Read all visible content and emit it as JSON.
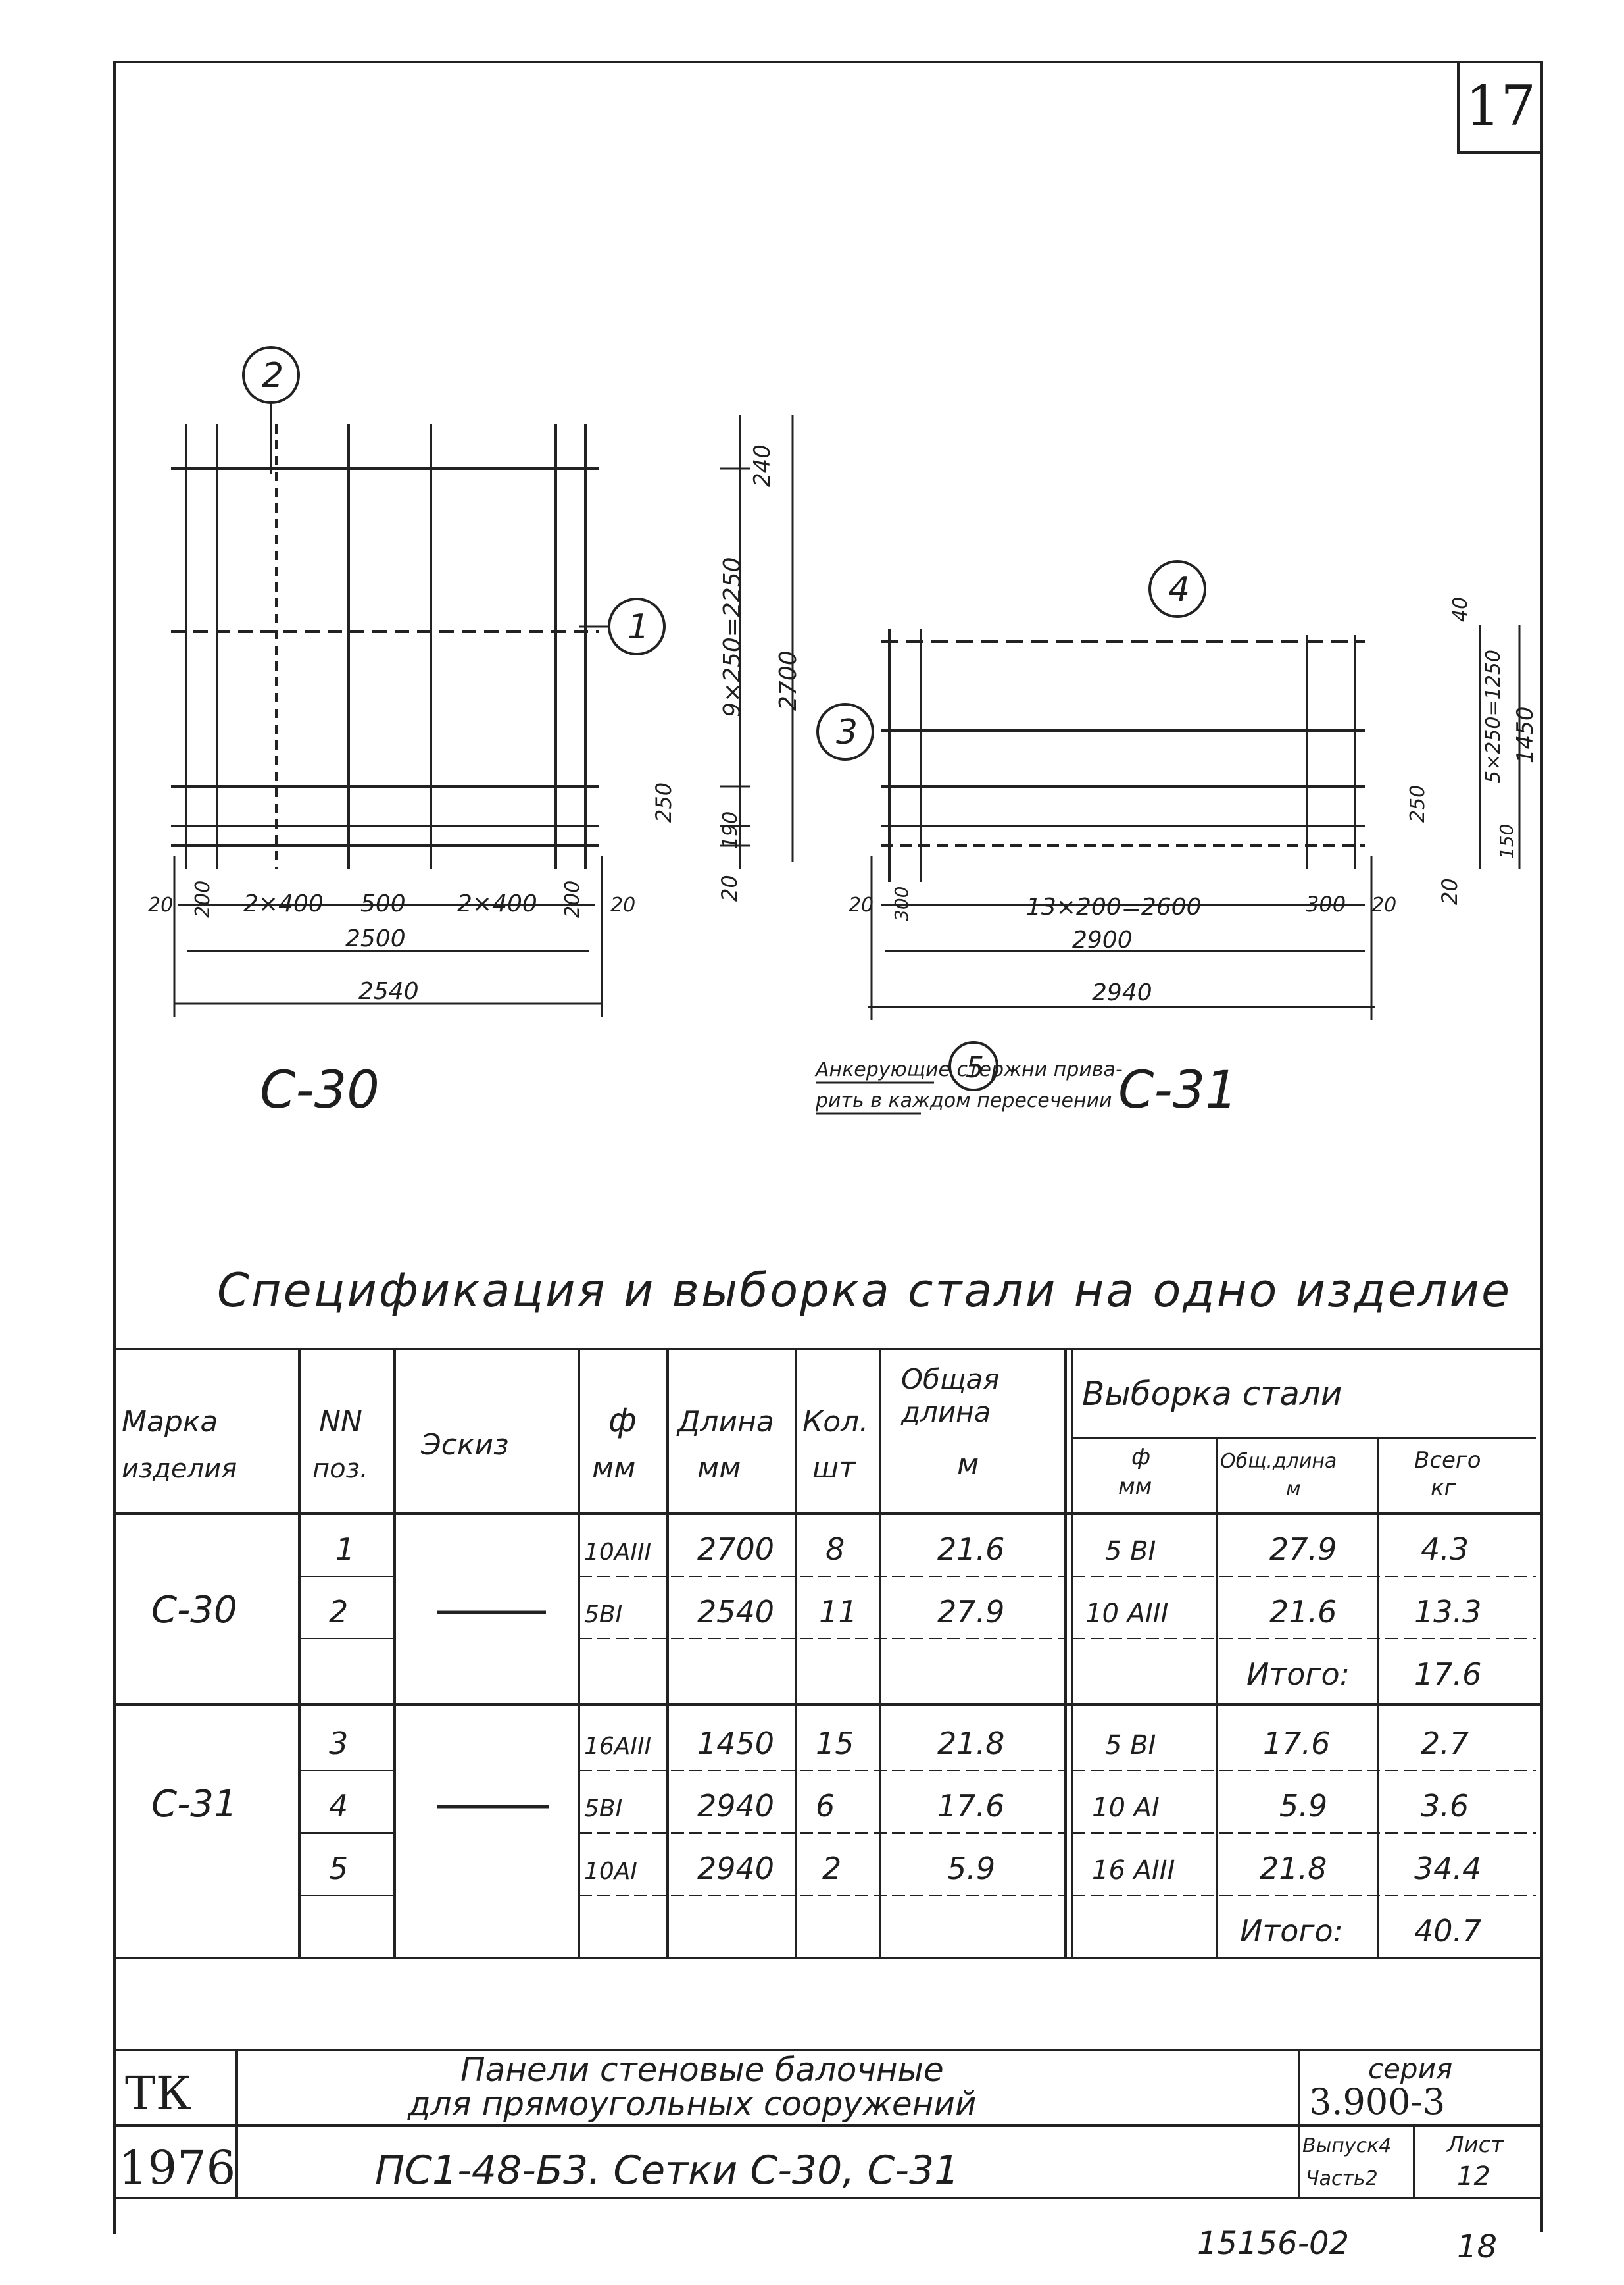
{
  "sheet_number": "17",
  "drawing": {
    "c30": {
      "label": "С-30",
      "callouts": [
        "1",
        "2"
      ],
      "dims": {
        "top": "240",
        "pitch": "9×250=2250",
        "total_height": "2700",
        "s1": "250",
        "s2": "190",
        "bottom": "20",
        "left_edge": "20",
        "c1": "200",
        "c2": "2×400",
        "c3": "500",
        "c4": "2×400",
        "c5": "200",
        "right_edge": "20",
        "inner": "2500",
        "overall": "2540"
      }
    },
    "c31": {
      "label": "С-31",
      "callouts": [
        "3",
        "4",
        "5"
      ],
      "dims": {
        "top": "40",
        "pitch": "5×250=1250",
        "total_height": "1450",
        "s1": "250",
        "s2": "150",
        "bottom": "20",
        "left_edge": "20",
        "c1": "300",
        "c2": "13×200=2600",
        "c3": "300",
        "right_edge": "20",
        "inner": "2900",
        "overall": "2940"
      }
    },
    "anchor_note": [
      "Анкерующие стержни прива-",
      "рить в каждом пересечении"
    ]
  },
  "spec_title": "Спецификация и выборка стали на одно изделие",
  "table": {
    "headers": {
      "mark": "Марка изделия",
      "pos": "NN поз.",
      "sketch": "Эскиз",
      "dia": "ф мм",
      "length": "Длина мм",
      "count": "Кол. шт",
      "total_len": "Общая длина м",
      "selection": "Выборка стали",
      "sel_dia": "ф мм",
      "sel_len": "Общ.длина м",
      "sel_weight": "Всего кг"
    },
    "groups": [
      {
        "mark": "С-30",
        "rows": [
          {
            "pos": "1",
            "dia": "10AIII",
            "length": "2700",
            "count": "8",
            "total": "21.6",
            "sel_dia": "5 BI",
            "sel_len": "27.9",
            "sel_weight": "4.3"
          },
          {
            "pos": "2",
            "dia": "5BI",
            "length": "2540",
            "count": "11",
            "total": "27.9",
            "sel_dia": "10 AIII",
            "sel_len": "21.6",
            "sel_weight": "13.3"
          }
        ],
        "total_label": "Итого:",
        "total_value": "17.6"
      },
      {
        "mark": "С-31",
        "rows": [
          {
            "pos": "3",
            "dia": "16AIII",
            "length": "1450",
            "count": "15",
            "total": "21.8",
            "sel_dia": "5 BI",
            "sel_len": "17.6",
            "sel_weight": "2.7"
          },
          {
            "pos": "4",
            "dia": "5BI",
            "length": "2940",
            "count": "6",
            "total": "17.6",
            "sel_dia": "10 AI",
            "sel_len": "5.9",
            "sel_weight": "3.6"
          },
          {
            "pos": "5",
            "dia": "10AI",
            "length": "2940",
            "count": "2",
            "total": "5.9",
            "sel_dia": "16 AIII",
            "sel_len": "21.8",
            "sel_weight": "34.4"
          }
        ],
        "total_label": "Итого:",
        "total_value": "40.7"
      }
    ]
  },
  "title_block": {
    "org": "ТК",
    "year": "1976",
    "title_line1": "Панели стеновые балочные",
    "title_line2": "для прямоугольных сооружений",
    "subtitle": "ПС1-48-Б3. Сетки С-30, С-31",
    "series_label": "серия",
    "series_value": "3.900-3",
    "issue_label": "Выпуск4",
    "part_label": "Часть2",
    "sheet_label": "Лист",
    "sheet_value": "12"
  },
  "archive_number": "15156-02",
  "archive_page": "18"
}
